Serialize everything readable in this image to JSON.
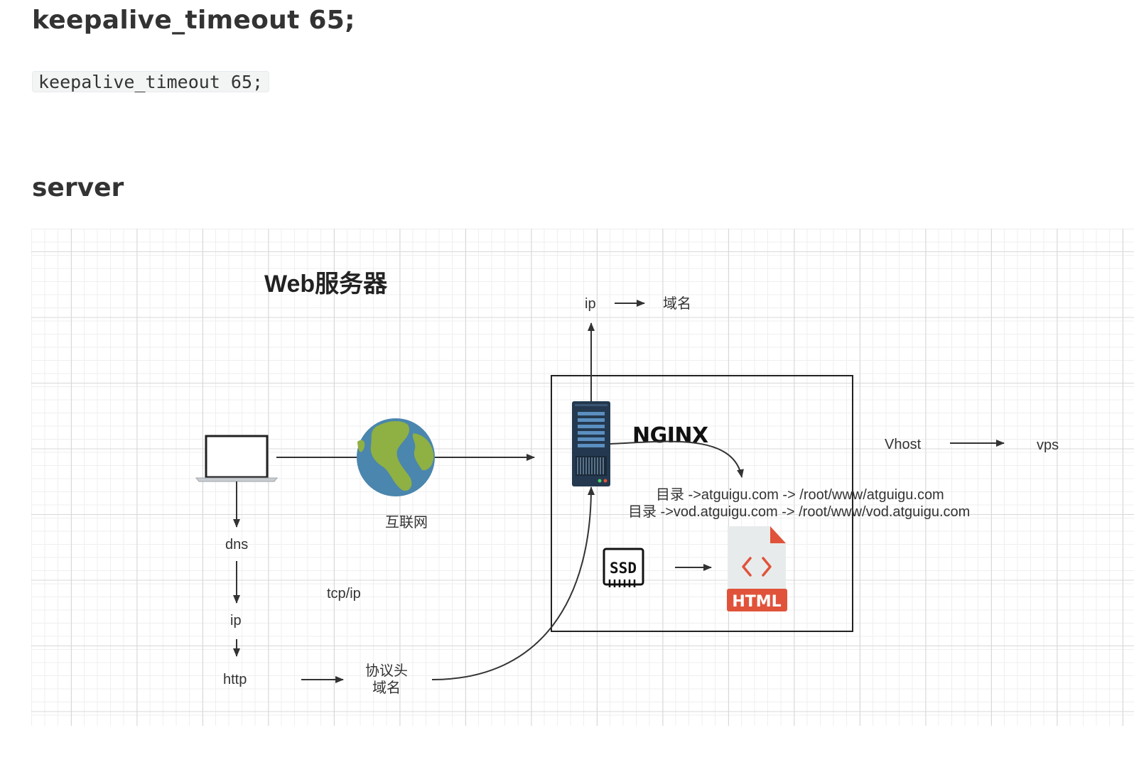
{
  "heading1": "keepalive_timeout 65;",
  "code_snippet": "keepalive_timeout 65;",
  "heading2": "server",
  "diagram": {
    "title": "Web服务器",
    "labels": {
      "ip_top": "ip",
      "domain_top": "域名",
      "internet": "互联网",
      "dns": "dns",
      "ip_mid": "ip",
      "http": "http",
      "tcpip": "tcp/ip",
      "protocol_header_line1": "协议头",
      "protocol_header_line2": "域名",
      "vhost": "Vhost",
      "vps": "vps",
      "dir_line1": "目录 ->atguigu.com -> /root/www/atguigu.com",
      "dir_line2": "目录 ->vod.atguigu.com -> /root/www/vod.atguigu.com"
    },
    "logos": {
      "nginx": "NGINX",
      "ssd": "SSD",
      "html": "HTML"
    },
    "icons": [
      "laptop-icon",
      "globe-icon",
      "server-rack-icon",
      "ssd-icon",
      "html-file-icon"
    ],
    "colors": {
      "line": "#333333",
      "ocean": "#4a86ad",
      "land": "#8fb043",
      "server": "#24394f",
      "server_slot": "#5b8fc0",
      "html_red": "#e0533a",
      "html_page": "#e8ebec"
    }
  }
}
